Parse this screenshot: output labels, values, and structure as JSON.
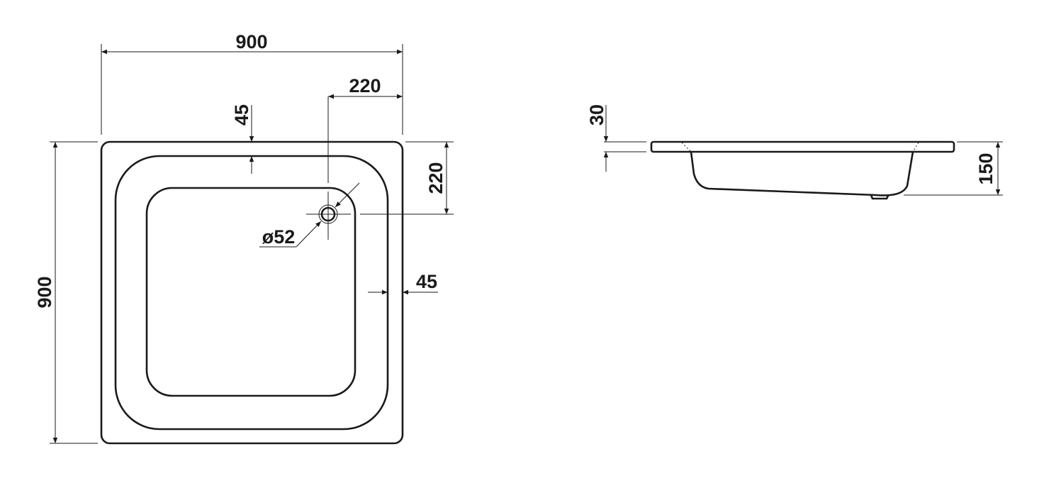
{
  "plan_view": {
    "width_label": "900",
    "height_label": "900",
    "drain_x_offset_label": "220",
    "drain_y_offset_label": "220",
    "rim_top_label": "45",
    "rim_side_label": "45",
    "drain_diameter_label": "ø52"
  },
  "side_view": {
    "rim_thickness_label": "30",
    "total_height_label": "150"
  }
}
